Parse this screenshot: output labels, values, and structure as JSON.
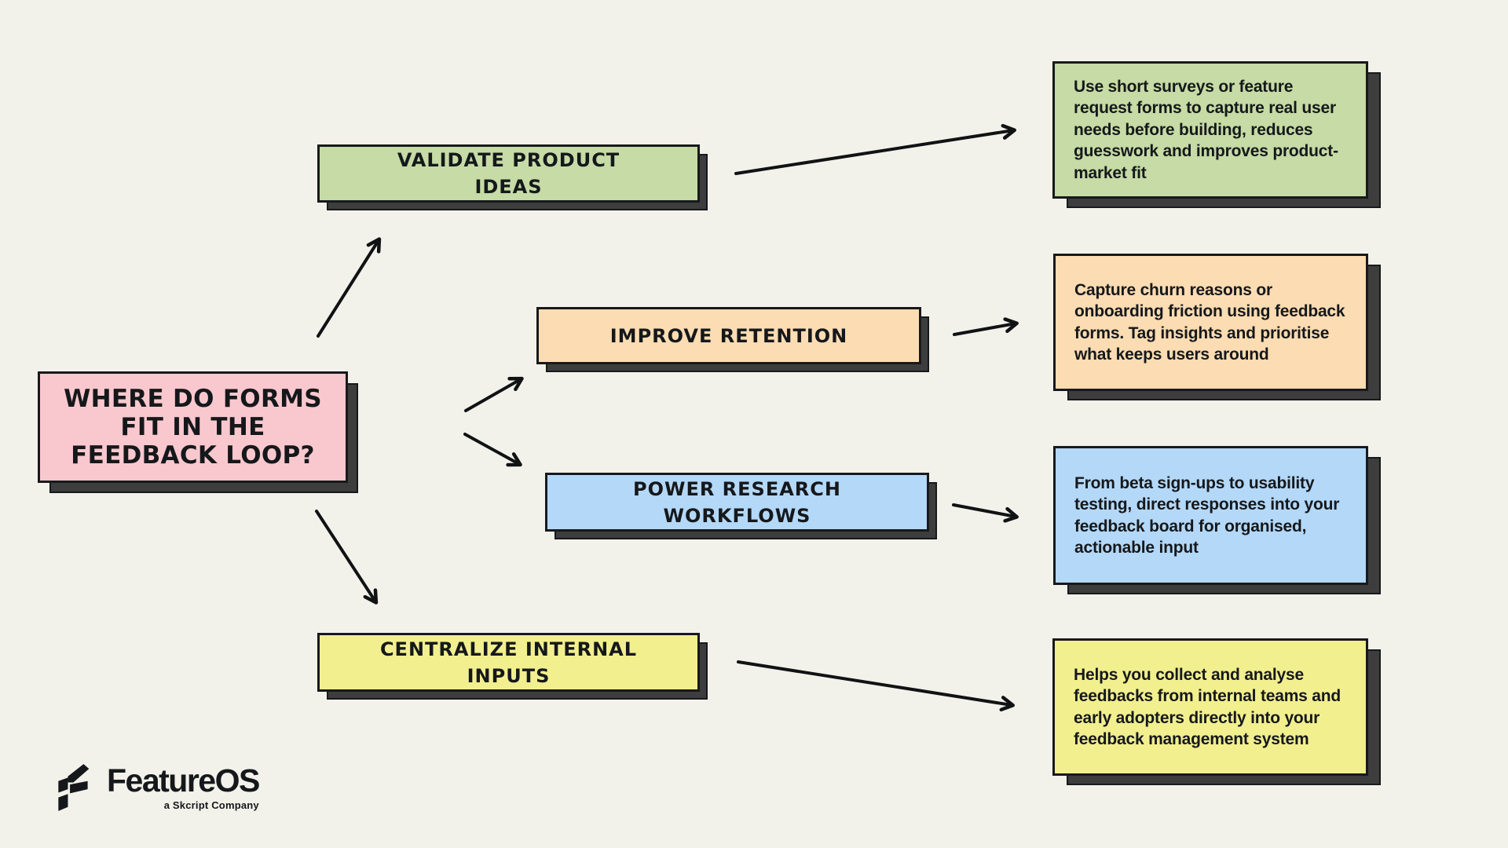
{
  "page": {
    "background": "#F2F1EA",
    "ink": "#15181B",
    "shadow_color": "#3D3D3D"
  },
  "root_node": {
    "lines": [
      "WHERE DO FORMS",
      "FIT IN THE",
      "FEEDBACK LOOP?"
    ],
    "color": "#F9C8CE"
  },
  "branches": [
    {
      "lines": [
        "VALIDATE PRODUCT",
        "IDEAS"
      ],
      "color": "#C6DBA5",
      "description": "Use short surveys or feature request forms to capture real user needs before building, reduces guesswork and improves product-market fit"
    },
    {
      "lines": [
        "IMPROVE RETENTION"
      ],
      "color": "#FCDCB2",
      "description": "Capture churn reasons or onboarding friction using feedback forms. Tag insights and prioritise what keeps users around"
    },
    {
      "lines": [
        "POWER RESEARCH",
        "WORKFLOWS"
      ],
      "color": "#B4D8F8",
      "description": "From beta sign-ups to usability testing, direct responses into your feedback board for organised, actionable input"
    },
    {
      "lines": [
        "CENTRALIZE INTERNAL",
        "INPUTS"
      ],
      "color": "#F2EF8F",
      "description": "Helps you collect and analyse feedbacks from internal teams and early adopters directly into your feedback management system"
    }
  ],
  "logo": {
    "icon": "featureos-f-icon",
    "brand": "FeatureOS",
    "tagline": "a Skcript Company"
  }
}
